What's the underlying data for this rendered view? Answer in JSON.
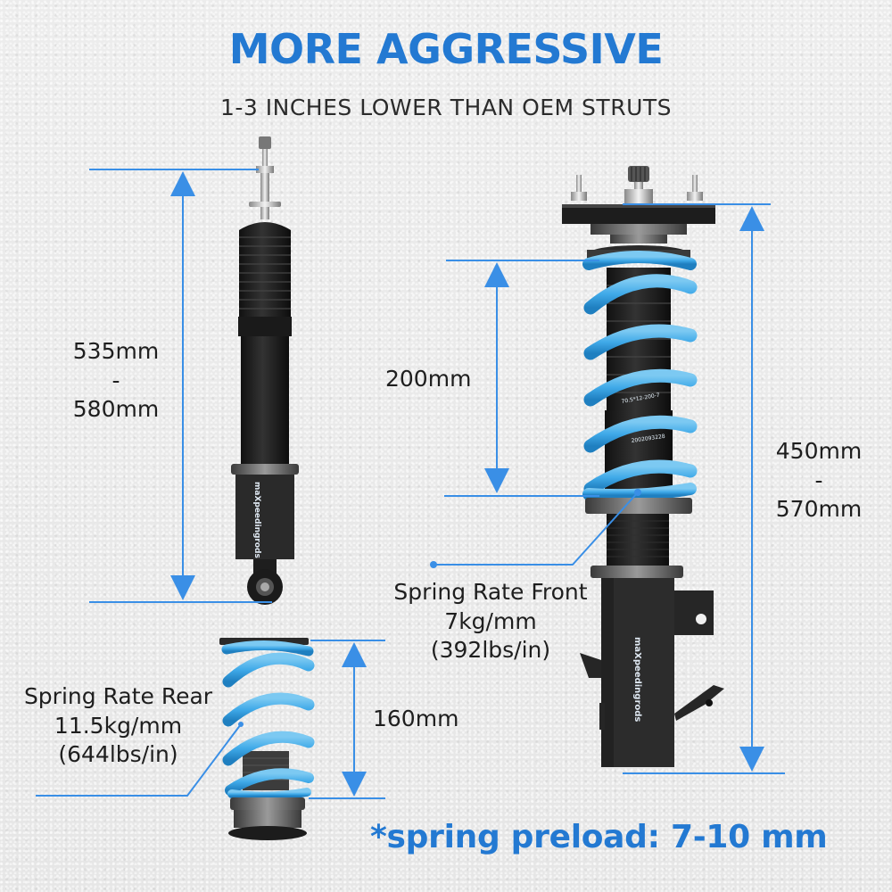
{
  "header": {
    "title": "MORE AGGRESSIVE",
    "subtitle": "1-3 INCHES LOWER THAN OEM STRUTS"
  },
  "rear_shock": {
    "length_min": "535mm",
    "separator": "-",
    "length_max": "580mm",
    "brand_text": "maXpeedingrods"
  },
  "front_strut": {
    "spring_height": "200mm",
    "length_min": "450mm",
    "separator": "-",
    "length_max": "570mm",
    "spring_code": "70.5*12-200-7",
    "spring_serial": "2002093228",
    "brand_text": "maXpeedingrods"
  },
  "spring_rate_front": {
    "title": "Spring Rate Front",
    "metric": "7kg/mm",
    "imperial": "(392lbs/in)"
  },
  "rear_spring": {
    "height": "160mm"
  },
  "spring_rate_rear": {
    "title": "Spring Rate Rear",
    "metric": "11.5kg/mm",
    "imperial": "(644lbs/in)"
  },
  "footnote": "*spring preload: 7-10 mm",
  "colors": {
    "accent_blue": "#2379d2",
    "dimension_line": "#3a8fe6",
    "spring_blue": "#3fa9e8",
    "text_dark": "#1e1e1e",
    "background": "#e9e9e9"
  }
}
